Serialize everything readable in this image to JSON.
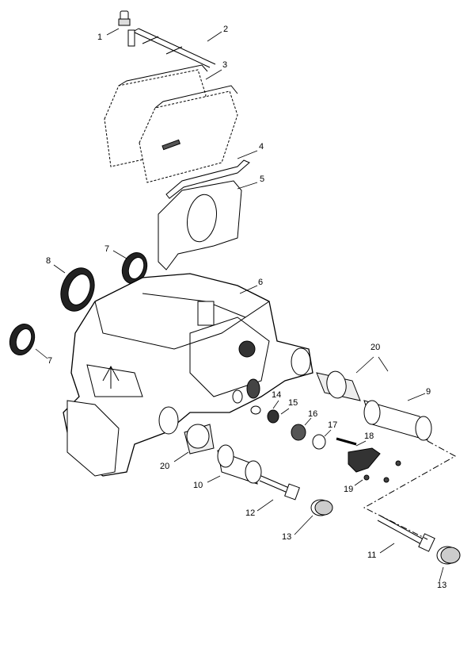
{
  "diagram": {
    "callouts": [
      {
        "id": "c1",
        "text": "1"
      },
      {
        "id": "c2",
        "text": "2"
      },
      {
        "id": "c3",
        "text": "3"
      },
      {
        "id": "c4",
        "text": "4"
      },
      {
        "id": "c5",
        "text": "5"
      },
      {
        "id": "c6",
        "text": "6"
      },
      {
        "id": "c7a",
        "text": "7"
      },
      {
        "id": "c8",
        "text": "8"
      },
      {
        "id": "c7b",
        "text": "7"
      },
      {
        "id": "c20a",
        "text": "20"
      },
      {
        "id": "c9",
        "text": "9"
      },
      {
        "id": "c14",
        "text": "14"
      },
      {
        "id": "c15",
        "text": "15"
      },
      {
        "id": "c16",
        "text": "16"
      },
      {
        "id": "c17",
        "text": "17"
      },
      {
        "id": "c18",
        "text": "18"
      },
      {
        "id": "c19",
        "text": "19"
      },
      {
        "id": "c20b",
        "text": "20"
      },
      {
        "id": "c10",
        "text": "10"
      },
      {
        "id": "c12",
        "text": "12"
      },
      {
        "id": "c13a",
        "text": "13"
      },
      {
        "id": "c11",
        "text": "11"
      },
      {
        "id": "c13b",
        "text": "13"
      }
    ]
  }
}
